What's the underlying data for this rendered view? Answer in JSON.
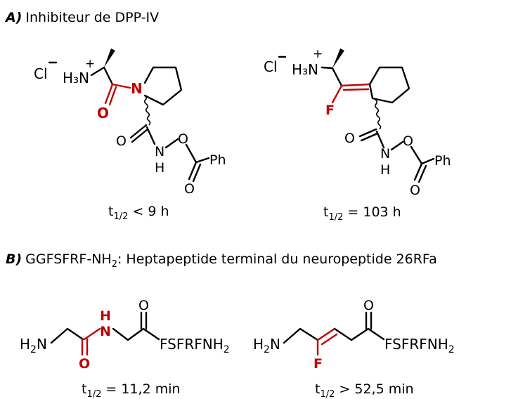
{
  "section_a": {
    "letter": "A)",
    "title": "Inhibiteur de DPP-IV",
    "mol1": {
      "chloride": "Cl",
      "ammonium": "H₃N",
      "plus": "+",
      "ring_n": "N",
      "amide_o": "O",
      "carbonyl_o": "O",
      "nh_n": "N",
      "nh_h": "H",
      "ester_o": "O",
      "ester_co": "O",
      "ph": "Ph",
      "half_life": "t1/2 < 9 h"
    },
    "mol2": {
      "chloride": "Cl",
      "ammonium": "H₃N",
      "plus": "+",
      "fluorine": "F",
      "carbonyl_o": "O",
      "nh_n": "N",
      "nh_h": "H",
      "ester_o": "O",
      "ester_co": "O",
      "ph": "Ph",
      "half_life": "t1/2 = 103 h"
    }
  },
  "section_b": {
    "letter": "B)",
    "title": "GGFSFRF-NH₂: Heptapeptide terminal du neuropeptide 26RFa",
    "pep1": {
      "h2n": "H₂N",
      "o_red": "O",
      "n_red": "N",
      "h_red": "H",
      "o_top": "O",
      "chain": "FSFRFNH₂",
      "half_life": "t1/2 = 11,2 min"
    },
    "pep2": {
      "h2n": "H₂N",
      "fluorine": "F",
      "o_top": "O",
      "chain": "FSFRFNH₂",
      "half_life": "t1/2 > 52,5 min"
    }
  },
  "colors": {
    "highlight": "#c00000",
    "ink": "#000000"
  }
}
